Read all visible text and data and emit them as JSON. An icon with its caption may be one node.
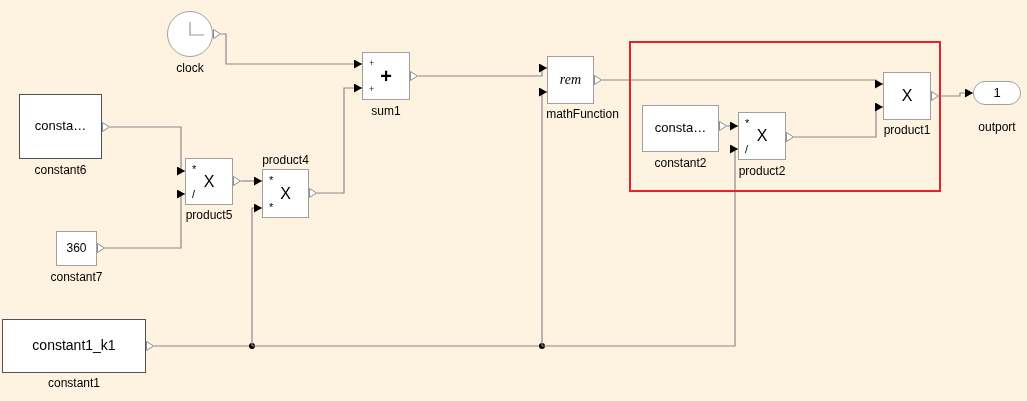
{
  "diagram": {
    "nodes": [
      {
        "text": [],
        "shape": "circle",
        "beside": [
          "clock"
        ]
      },
      {
        "text": [
          "consta…"
        ],
        "beside": [
          "constant6"
        ]
      },
      {
        "text": [
          "*",
          "X",
          "/"
        ],
        "beside": [
          "product5"
        ]
      },
      {
        "text": [
          "360"
        ],
        "beside": [
          "constant7"
        ]
      },
      {
        "text": [
          "*",
          "X",
          "*"
        ],
        "beside": [
          "product4"
        ]
      },
      {
        "text": [
          "+",
          "+",
          "+"
        ],
        "beside": [
          "sum1"
        ]
      },
      {
        "text": [
          "constant1_k1"
        ],
        "beside": [
          "constant1"
        ]
      },
      {
        "text": [
          "rem"
        ],
        "beside": [
          "mathFunction"
        ]
      },
      {
        "text": [],
        "shape": "box"
      },
      {
        "text": [
          "consta…"
        ],
        "beside": [
          "constant2"
        ],
        "in": 8
      },
      {
        "text": [
          "*",
          "X",
          "/"
        ],
        "beside": [
          "product2"
        ],
        "in": 8
      },
      {
        "text": [
          "X"
        ],
        "beside": [
          "product1"
        ],
        "in": 8
      },
      {
        "text": [
          "1"
        ],
        "beside": [
          "outport"
        ]
      }
    ],
    "edges": [
      {
        "from": 0,
        "to": 5,
        "arrow": "to"
      },
      {
        "from": 1,
        "to": 2,
        "arrow": "to"
      },
      {
        "from": 3,
        "to": 2,
        "arrow": "to"
      },
      {
        "from": 2,
        "to": 4,
        "arrow": "to"
      },
      {
        "from": 6,
        "to": 4,
        "arrow": "to"
      },
      {
        "from": 4,
        "to": 5,
        "arrow": "to"
      },
      {
        "from": 5,
        "to": 7,
        "arrow": "to"
      },
      {
        "from": 6,
        "to": 7,
        "arrow": "to"
      },
      {
        "from": 7,
        "to": 11,
        "arrow": "to"
      },
      {
        "from": 9,
        "to": 10,
        "arrow": "to"
      },
      {
        "from": 6,
        "to": 10,
        "arrow": "to"
      },
      {
        "from": 10,
        "to": 11,
        "arrow": "to"
      },
      {
        "from": 11,
        "to": 12,
        "arrow": "to"
      }
    ]
  }
}
